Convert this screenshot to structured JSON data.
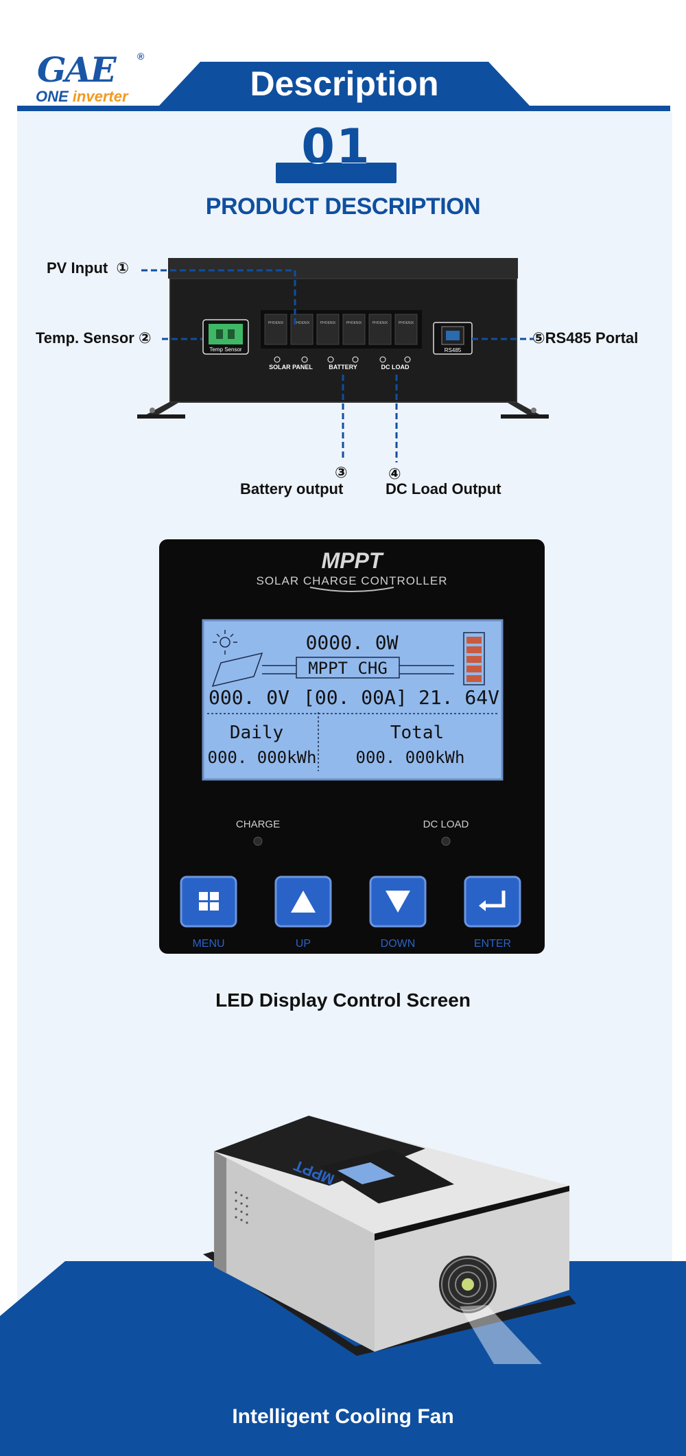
{
  "brand": {
    "logo_mark": "GAE",
    "registered": "®",
    "logo_text_1": "ONE ",
    "logo_text_2": "inverter"
  },
  "header": {
    "title": "Description"
  },
  "section": {
    "number": "01",
    "title": "PRODUCT DESCRIPTION"
  },
  "terminal_view": {
    "callouts": {
      "pv_input": "PV Input",
      "pv_input_num": "①",
      "temp_sensor": "Temp. Sensor",
      "temp_sensor_num": "②",
      "battery_output_num": "③",
      "battery_output": "Battery output",
      "dc_load_num": "④",
      "dc_load_output": "DC Load Output",
      "rs485_num": "⑤",
      "rs485_portal": "RS485 Portal"
    },
    "device_labels": {
      "temp_sensor": "Temp Sensor",
      "solar_panel": "SOLAR PANEL",
      "battery": "BATTERY",
      "dc_load": "DC LOAD",
      "rs485": "RS485",
      "terminal_brand": "PHOENIX"
    }
  },
  "lcd_view": {
    "title": "MPPT",
    "subtitle": "SOLAR CHARGE CONTROLLER",
    "screen": {
      "power": "0000. 0W",
      "mode": "MPPT CHG",
      "pv_voltage": "000. 0V",
      "current": "[00. 00A]",
      "battery_voltage": "21. 64V",
      "daily_label": "Daily",
      "total_label": "Total",
      "daily_value": "000. 000kWh",
      "total_value": "000. 000kWh"
    },
    "indicators": {
      "charge": "CHARGE",
      "dc_load": "DC LOAD"
    },
    "buttons": {
      "menu": "MENU",
      "up": "UP",
      "down": "DOWN",
      "enter": "ENTER"
    },
    "caption": "LED Display Control Screen"
  },
  "fan_view": {
    "device_text": "MPPT",
    "caption": "Intelligent Cooling Fan"
  },
  "colors": {
    "brand_blue": "#0f4f9f",
    "panel_bg": "#eef4fb",
    "lcd_blue": "#8fb8ec",
    "button_blue": "#2a63c7",
    "logo_orange": "#f29a1f"
  }
}
